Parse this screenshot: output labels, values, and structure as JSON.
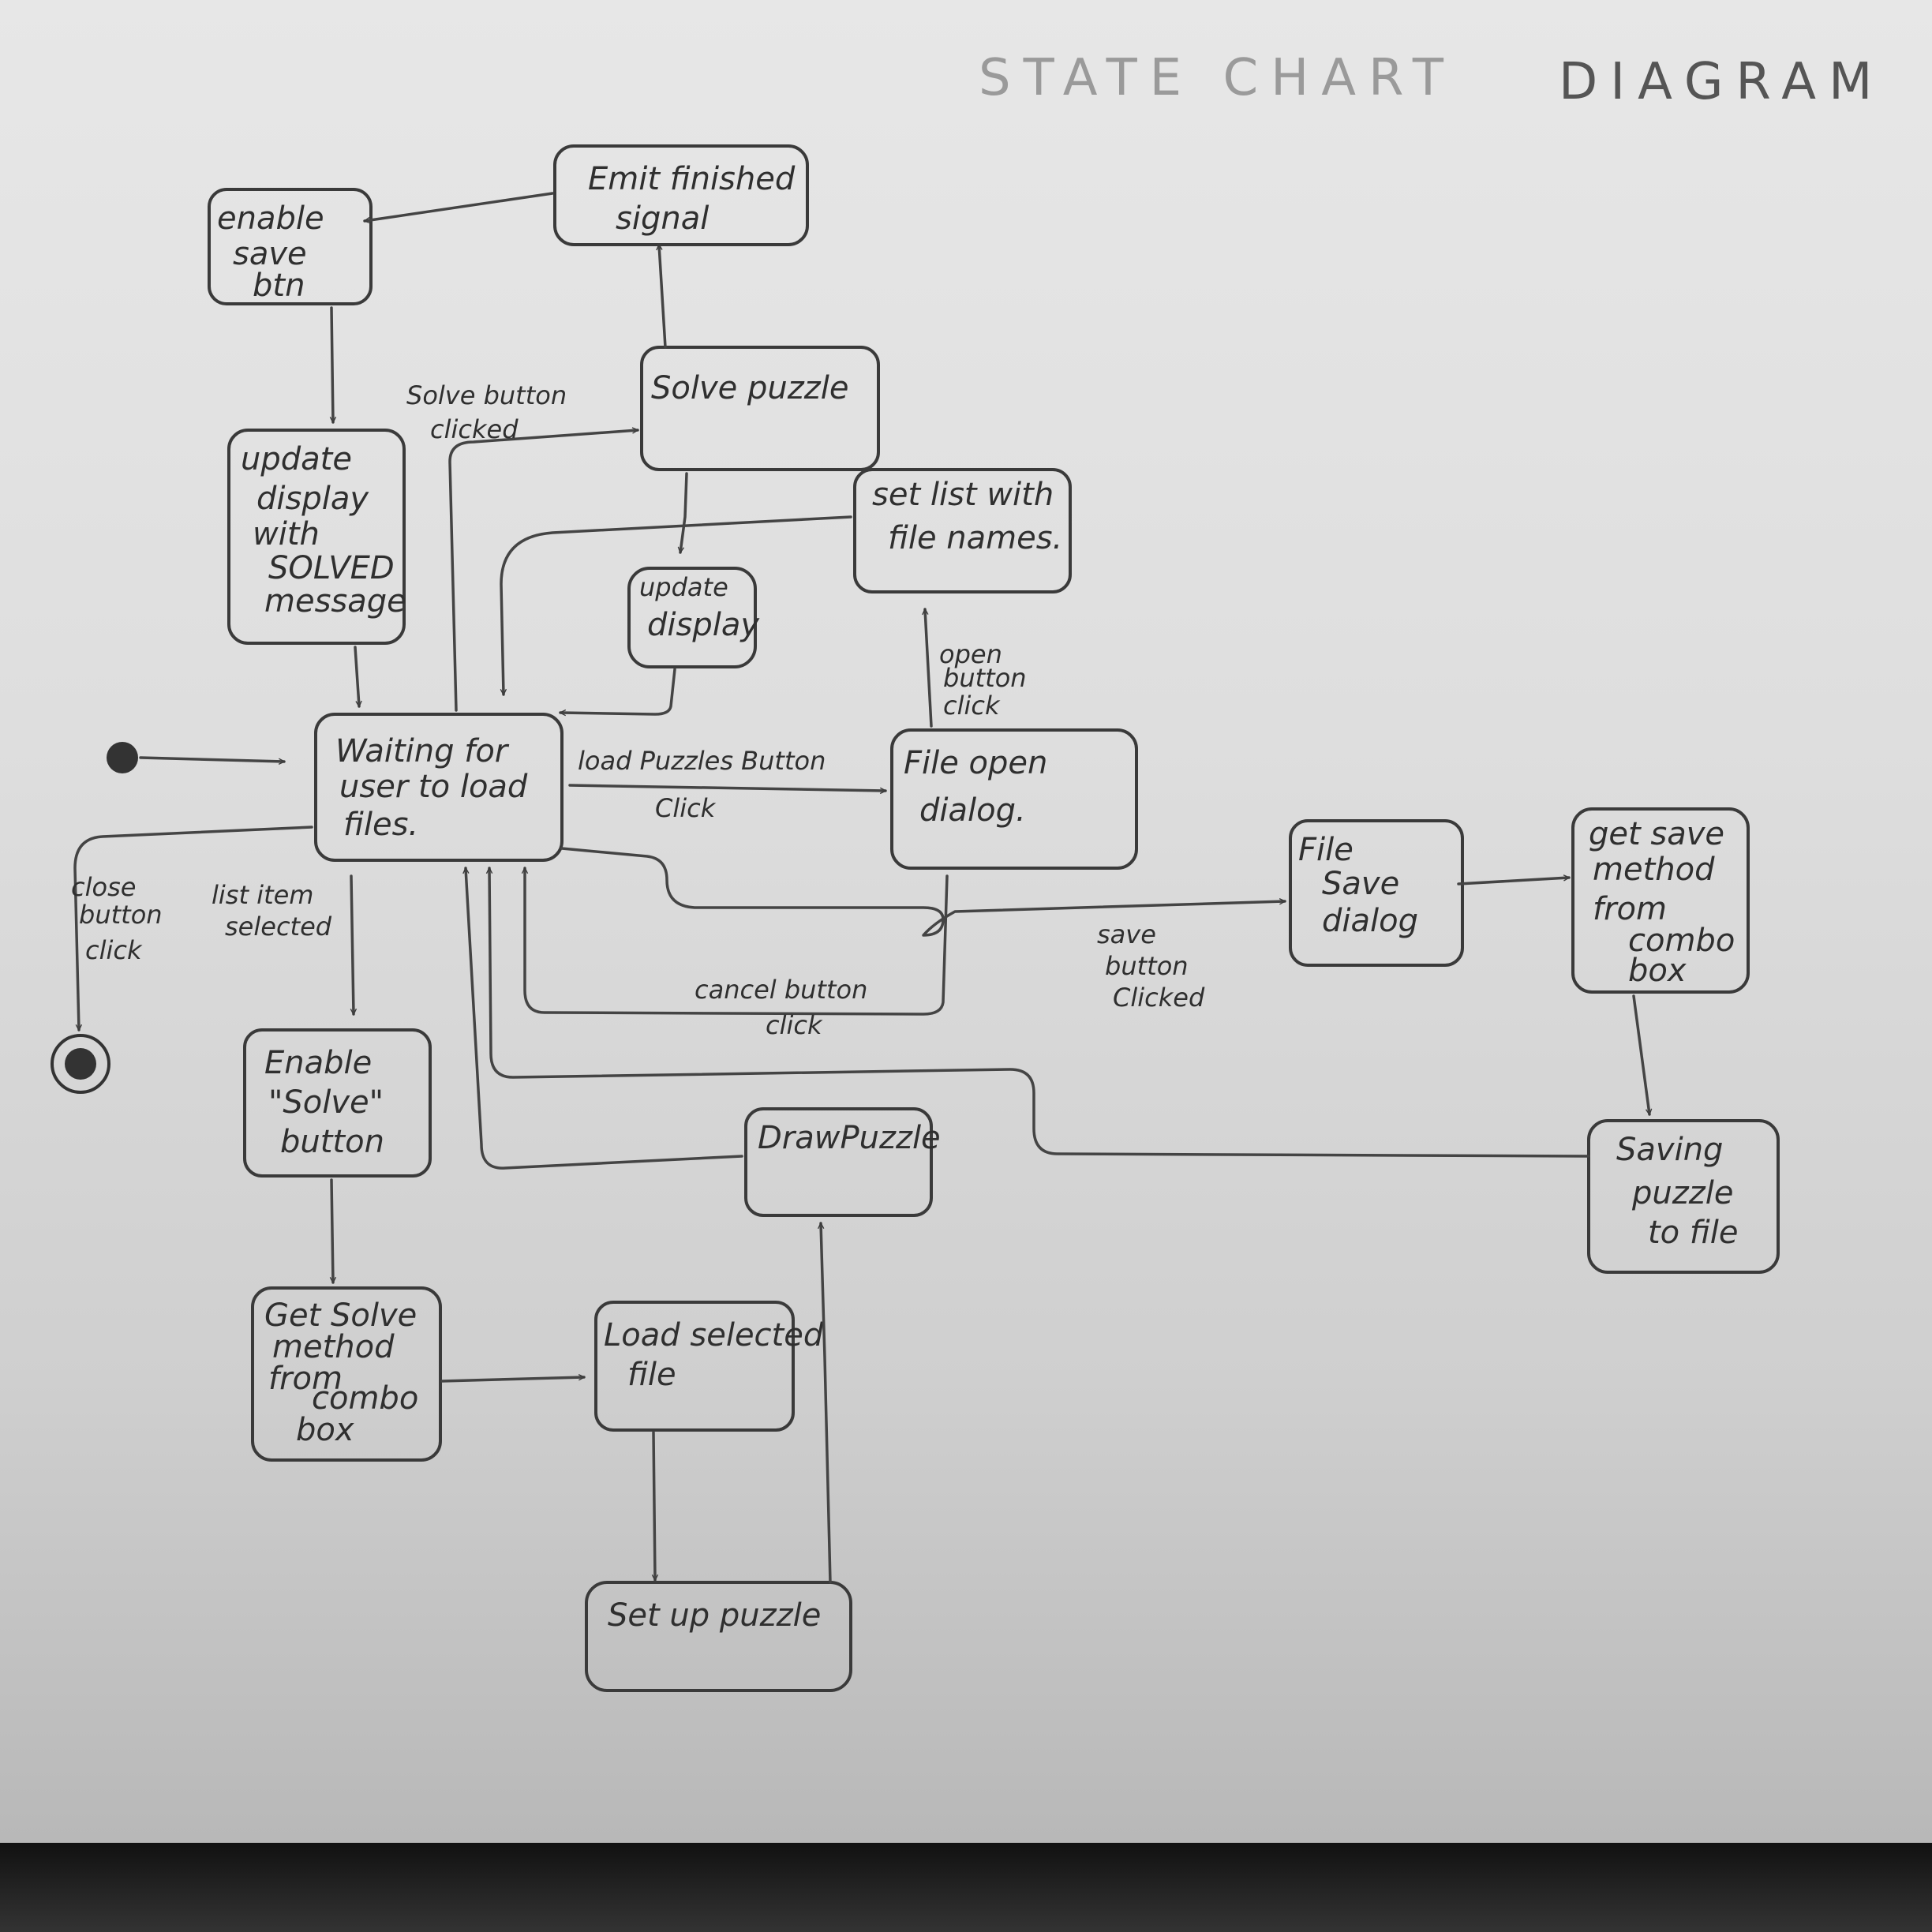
{
  "title_left": "STATE CHART",
  "title_right": "DIAGRAM",
  "states": {
    "waiting": [
      "Waiting for",
      "user to load",
      "files."
    ],
    "enable_save": [
      "enable",
      "save",
      "btn"
    ],
    "emit_finished": [
      "Emit finished",
      "signal"
    ],
    "update_solved": [
      "update",
      "display",
      "with",
      "SOLVED",
      "message"
    ],
    "solve_puzzle": [
      "Solve puzzle"
    ],
    "update_display": [
      "update",
      "display"
    ],
    "set_list": [
      "set list with",
      "file names."
    ],
    "file_open": [
      "File open",
      "dialog."
    ],
    "file_save": [
      "File",
      "Save",
      "dialog"
    ],
    "get_save_method": [
      "get save",
      "method",
      "from",
      "combo",
      "box"
    ],
    "saving_puzzle": [
      "Saving",
      "puzzle",
      "to file"
    ],
    "enable_solve": [
      "Enable",
      "\"Solve\"",
      "button"
    ],
    "get_solve_method": [
      "Get Solve",
      "method",
      "from",
      "combo",
      "box"
    ],
    "load_selected": [
      "Load selected",
      "file"
    ],
    "set_up_puzzle": [
      "Set up puzzle"
    ],
    "draw_puzzle": [
      "DrawPuzzle"
    ]
  },
  "transitions": {
    "solve_clicked": [
      "Solve button",
      "clicked"
    ],
    "load_click": [
      "load Puzzles Button",
      "Click"
    ],
    "open_click": [
      "open",
      "button",
      "click"
    ],
    "close_click": [
      "close",
      "button",
      "click"
    ],
    "list_selected": [
      "list item",
      "selected"
    ],
    "cancel_click": [
      "cancel button",
      "click"
    ],
    "save_clicked": [
      "save",
      "button",
      "Clicked"
    ]
  }
}
